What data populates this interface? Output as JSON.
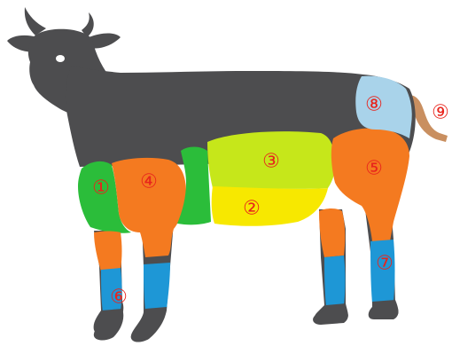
{
  "colors": {
    "body": "#4d4d4f",
    "eye": "#ffffff",
    "region_1": "#2bbd3a",
    "region_2": "#f7e800",
    "region_3": "#c6e71a",
    "region_4": "#f47a20",
    "region_5": "#f47a20",
    "region_6": "#1e97d6",
    "region_7": "#1e97d6",
    "region_8": "#a9d3ea",
    "region_9": "#c98f60",
    "label": "#e8241c"
  },
  "labels": {
    "r1": "①",
    "r2": "②",
    "r3": "③",
    "r4": "④",
    "r5": "⑤",
    "r6": "⑥",
    "r7": "⑦",
    "r8": "⑧",
    "r9": "⑨"
  }
}
